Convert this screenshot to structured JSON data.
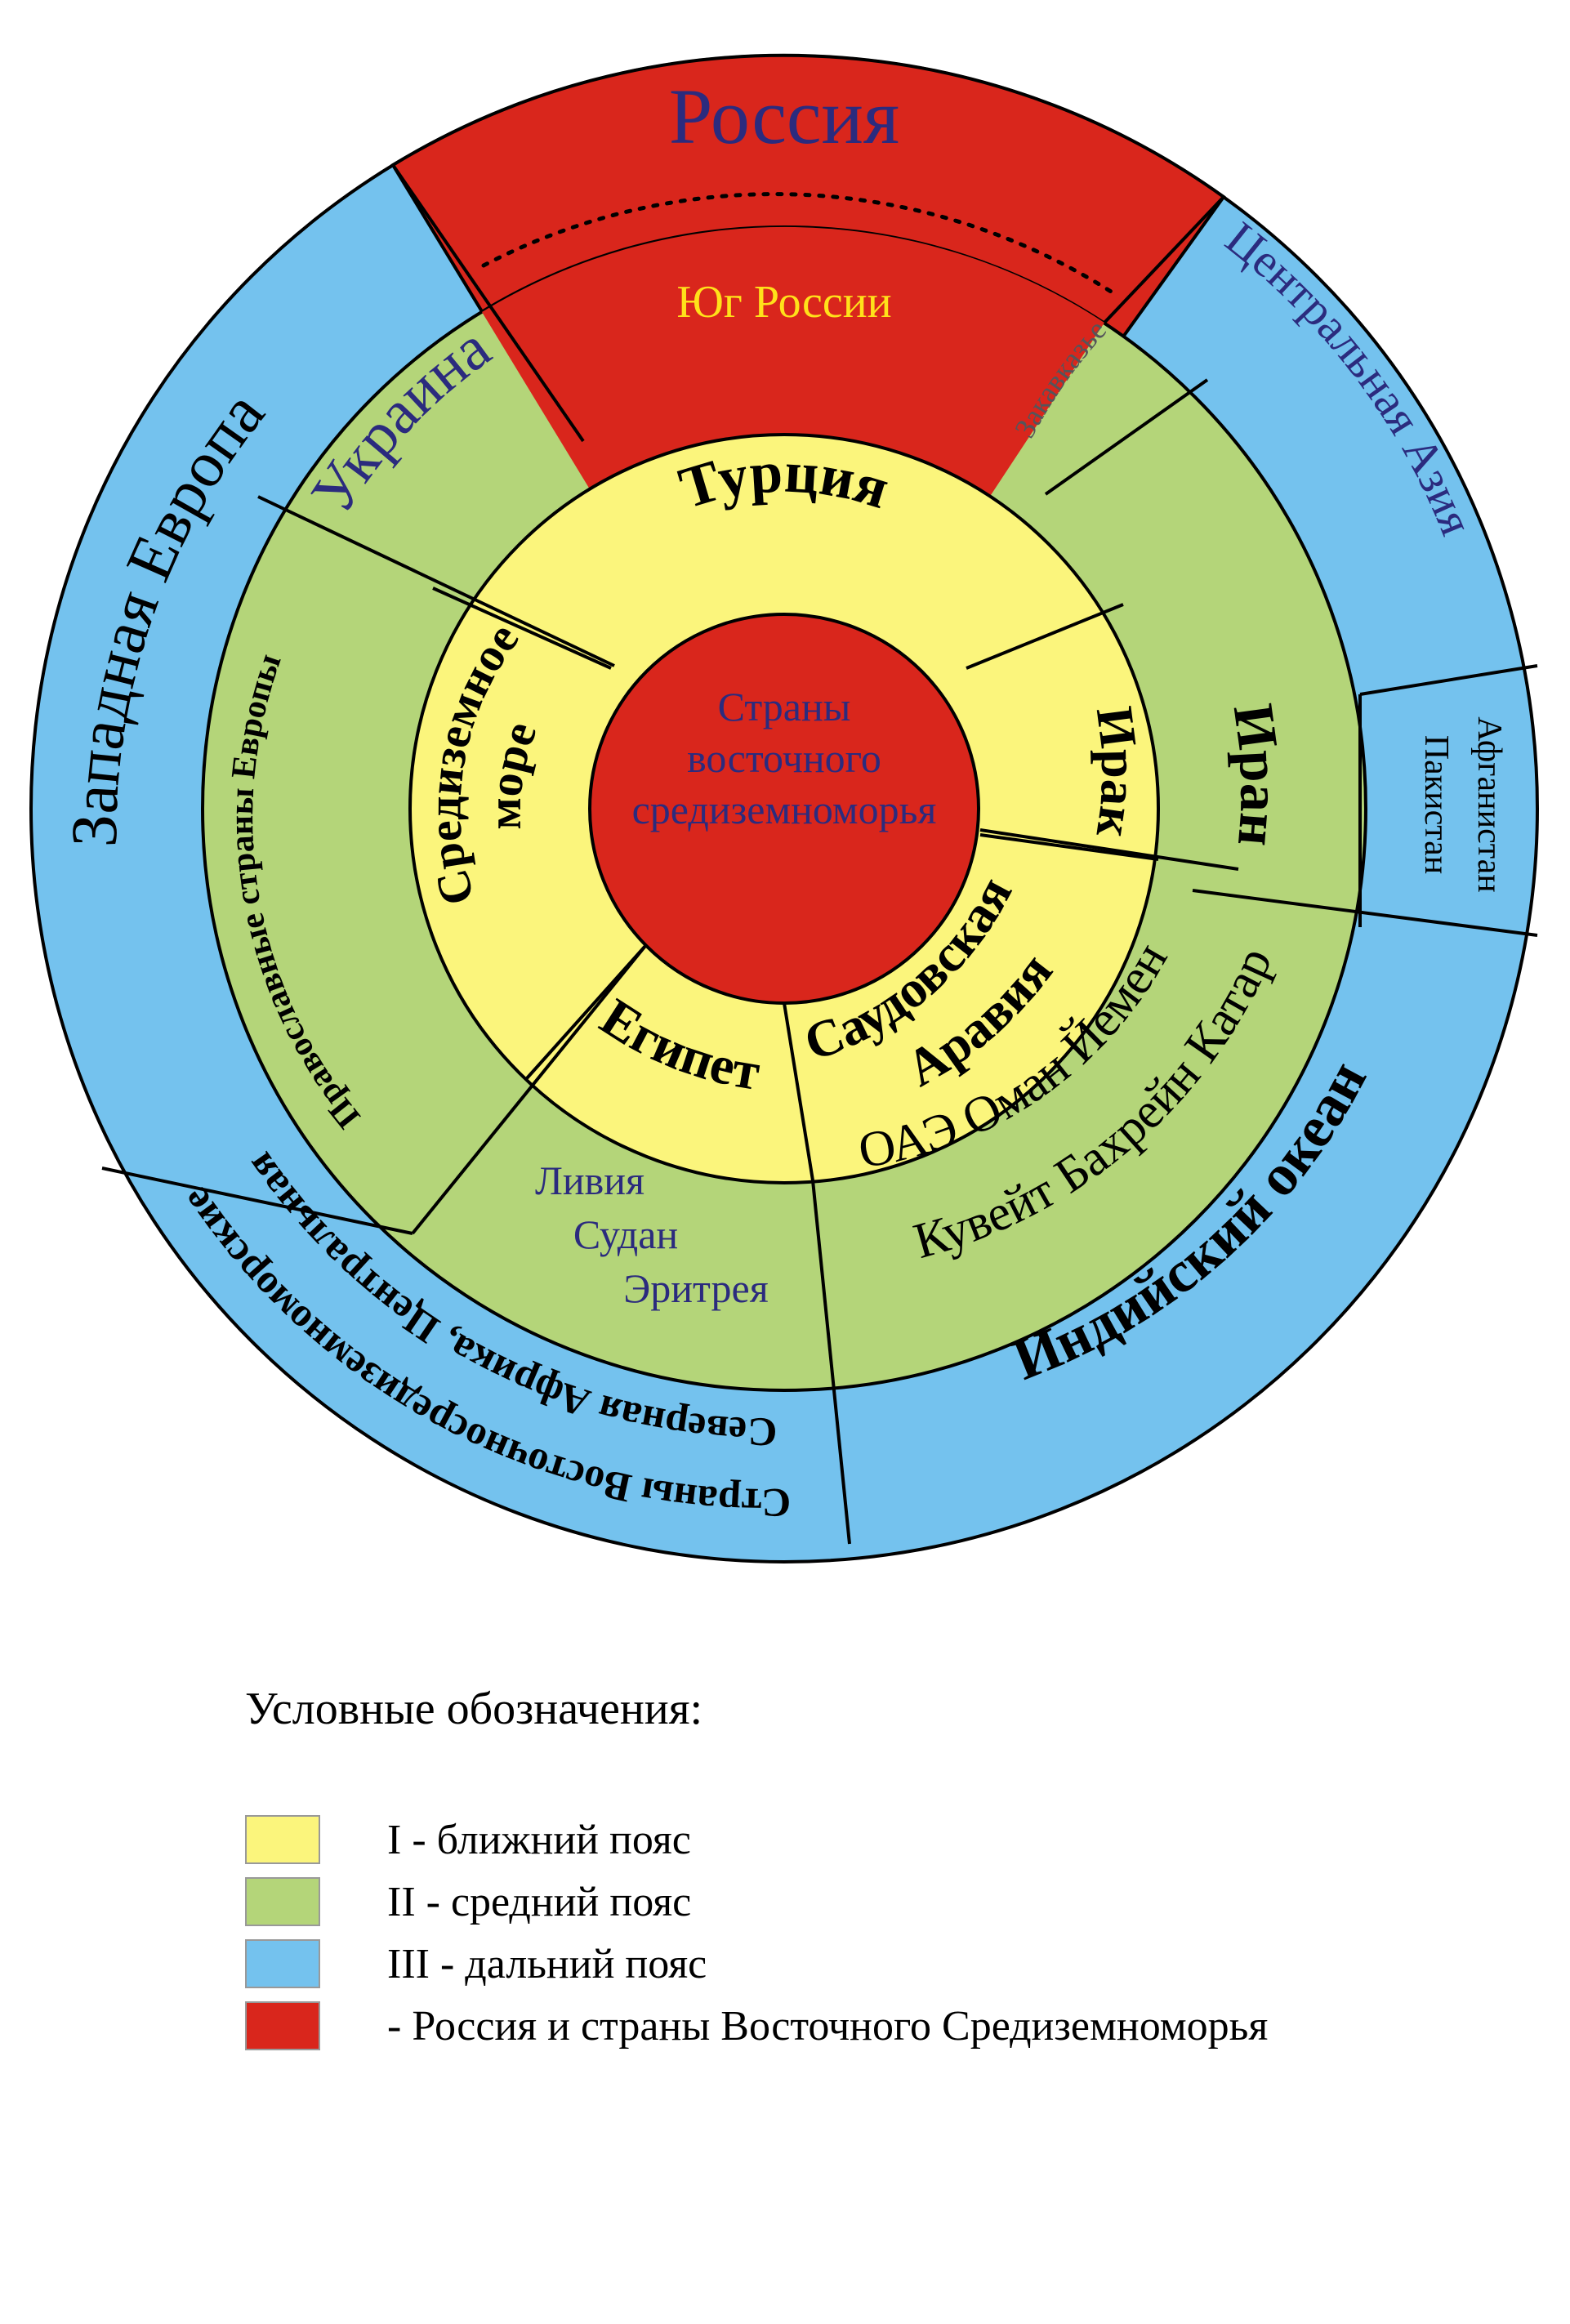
{
  "colors": {
    "red": "#d9261c",
    "yellow": "#fbf57c",
    "green": "#b4d579",
    "blue": "#74c2ee",
    "label_dark_blue": "#2b2b7e",
    "label_yellow": "#ffe11a",
    "label_gray": "#55555a"
  },
  "diagram": {
    "center": "Страны восточного средиземноморья",
    "center_lines": [
      "Страны",
      "восточного",
      "средиземноморья"
    ],
    "russia": "Россия",
    "south_russia": "Юг России",
    "ring1": {
      "turkey": "Турция",
      "mediterranean_1": "Средиземное",
      "mediterranean_2": "море",
      "egypt": "Египет",
      "saudi_1": "Саудовская",
      "saudi_2": "Аравия",
      "iraq": "Ирак"
    },
    "ring2": {
      "ukraine": "Украина",
      "orthodox": "Православные страны Европы",
      "transcaucasia": "Закавказье",
      "iran": "Иран",
      "gulf_1": "ОАЭ Оман Йемен",
      "gulf_2": "Кувейт Бахрейн Катар",
      "africa_1": "Ливия",
      "africa_2": "Судан",
      "africa_3": "Эритрея"
    },
    "ring3": {
      "western_europe": "Западная Европа",
      "central_asia": "Центральная Азия",
      "afghanistan": "Афганистан",
      "pakistan": "Пакистан",
      "indian_ocean": "Индийский океан",
      "north_africa_1": "Северная Африка, Центральная",
      "north_africa_2": "Страны Восточносредиземноморские"
    }
  },
  "legend": {
    "title": "Условные обозначения:",
    "items": [
      {
        "color": "#fbf57c",
        "label": "I - ближний пояс"
      },
      {
        "color": "#b4d579",
        "label": "II - средний пояс"
      },
      {
        "color": "#74c2ee",
        "label": "III - дальний пояс"
      },
      {
        "color": "#d9261c",
        "label": "- Россия и страны Восточного Средиземноморья"
      }
    ]
  }
}
